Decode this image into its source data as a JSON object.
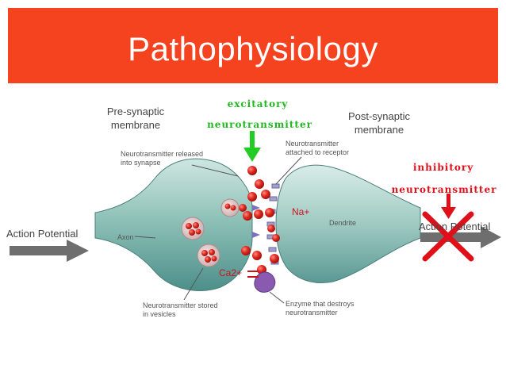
{
  "title": "Pathophysiology",
  "labels": {
    "pre_synaptic": "Pre-synaptic membrane",
    "post_synaptic": "Post-synaptic membrane",
    "excitatory_1": "excitatory",
    "excitatory_2": "neurotransmitter",
    "inhibitory_1": "inhibitory",
    "inhibitory_2": "neurotransmitter",
    "action_potential_left": "Action Potential",
    "action_potential_right": "Action Potential",
    "na_ion": "Na+",
    "ca_ion": "Ca2+"
  },
  "diagram_text": {
    "nt_released": "Neurotransmitter released into synapse",
    "nt_attached": "Neurotransmitter attached to receptor",
    "axon": "Axon",
    "dendrite": "Dendrite",
    "nt_stored": "Neurotransmitter stored in vesicles",
    "enzyme": "Enzyme that destroys neurotransmitter"
  },
  "colors": {
    "banner": "#f5421f",
    "excitatory_arrow": "#22cc22",
    "inhibitory_arrow": "#e0101a",
    "cross": "#e0101a",
    "signal_arrow": "#6e6e6e"
  }
}
